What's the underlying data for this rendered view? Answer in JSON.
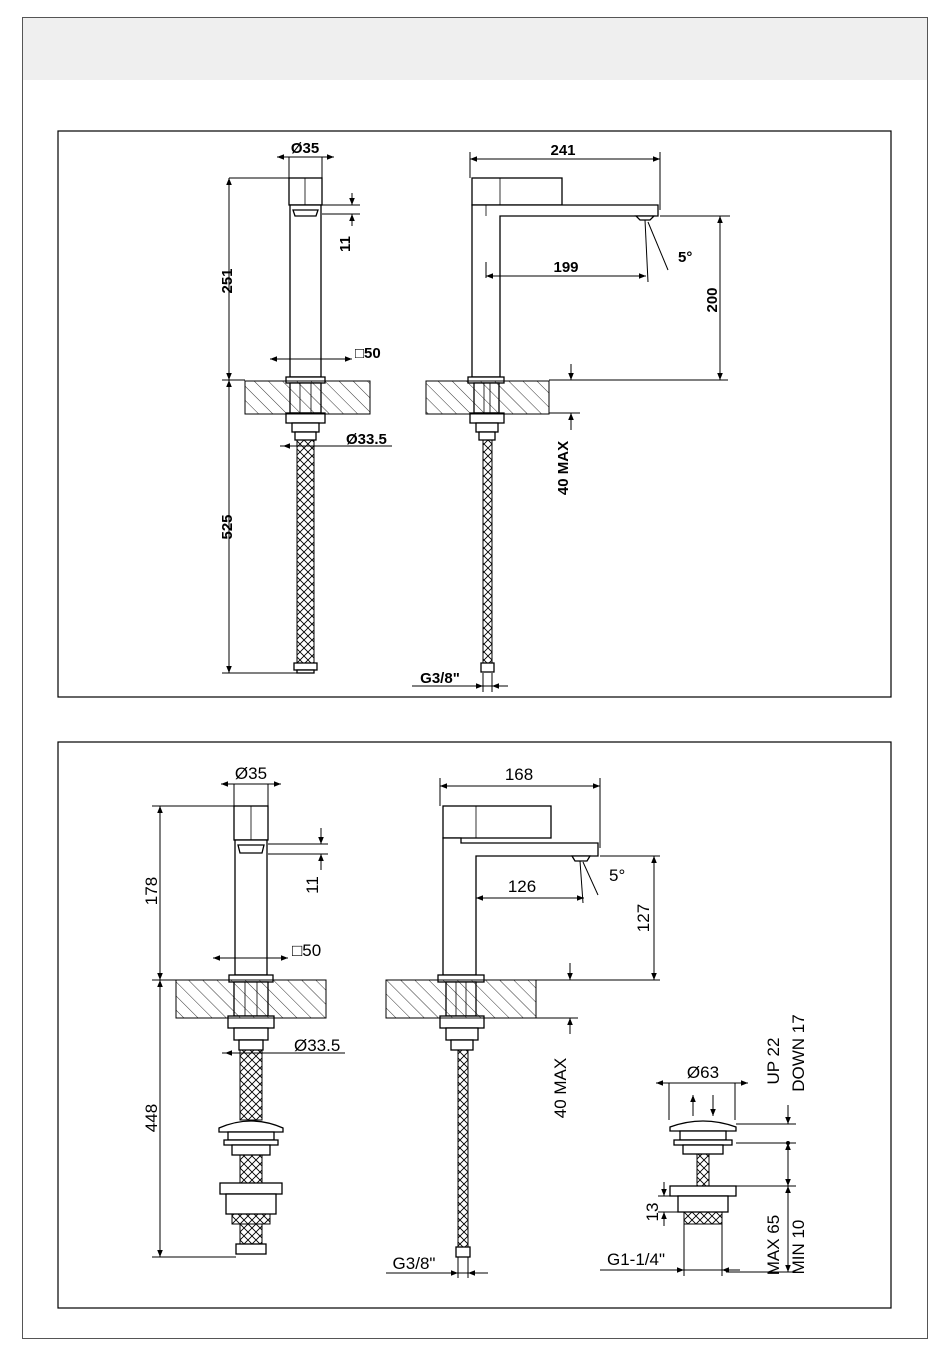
{
  "top_drawing": {
    "front": {
      "diameter_top": "Ø35",
      "height_total": "251",
      "aerator_depth": "11",
      "square_base": "□50",
      "hose_diameter": "Ø33.5",
      "hose_length": "525"
    },
    "side": {
      "spout_length": "241",
      "spout_reach": "199",
      "angle": "5°",
      "spout_height": "200",
      "deck_thickness": "40 MAX",
      "connection": "G3/8\""
    }
  },
  "bottom_drawing": {
    "front": {
      "diameter_top": "Ø35",
      "height_total": "178",
      "aerator_depth": "11",
      "square_base": "□50",
      "hose_diameter": "Ø33.5",
      "hose_length": "448"
    },
    "side": {
      "spout_length": "168",
      "spout_reach": "126",
      "angle": "5°",
      "spout_height": "127",
      "deck_thickness": "40 MAX",
      "connection": "G3/8\""
    },
    "waste": {
      "diameter": "Ø63",
      "travel_up": "UP 22",
      "travel_down": "DOWN 17",
      "flange": "13",
      "thread": "G1-1/4\"",
      "length_max": "MAX 65",
      "length_min": "MIN 10"
    }
  }
}
